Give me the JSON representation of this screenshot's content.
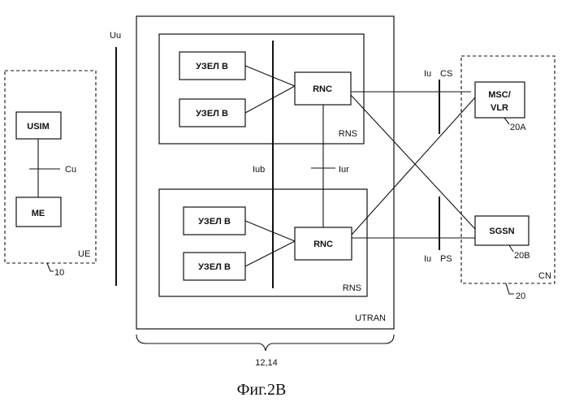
{
  "interfaces": {
    "uu": "Uu",
    "cu": "Cu",
    "iub": "Iub",
    "iur": "Iur",
    "iu": "Iu",
    "cs": "CS",
    "ps": "PS"
  },
  "ue": {
    "usim": "USIM",
    "me": "ME",
    "label": "UE",
    "ref": "10"
  },
  "utran": {
    "label": "UTRAN",
    "ref": "12,14",
    "rns_label": "RNS",
    "node_b": "УЗЕЛ В",
    "rnc": "RNC"
  },
  "cn": {
    "msc_line1": "MSC/",
    "msc_line2": "VLR",
    "msc_ref": "20A",
    "sgsn": "SGSN",
    "sgsn_ref": "20B",
    "label": "CN",
    "ref": "20"
  },
  "caption": "Фиг.2В"
}
